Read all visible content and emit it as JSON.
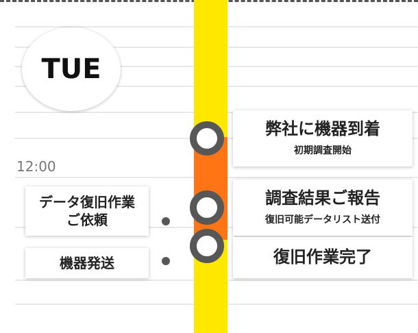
{
  "day": "TUE",
  "time": "12:00",
  "right_events": [
    {
      "title": "弊社に機器到着",
      "sub": "初期調査開始"
    },
    {
      "title": "調査結果ご報告",
      "sub": "復旧可能データリスト送付"
    },
    {
      "title": "復旧作業完了"
    }
  ],
  "left_events": [
    {
      "line1": "データ復旧作業",
      "line2": "ご依頼"
    },
    {
      "line1": "機器発送"
    }
  ],
  "colors": {
    "yellow": "#ffe800",
    "orange": "#ff7414",
    "marker": "#575757",
    "time": "#777777"
  }
}
